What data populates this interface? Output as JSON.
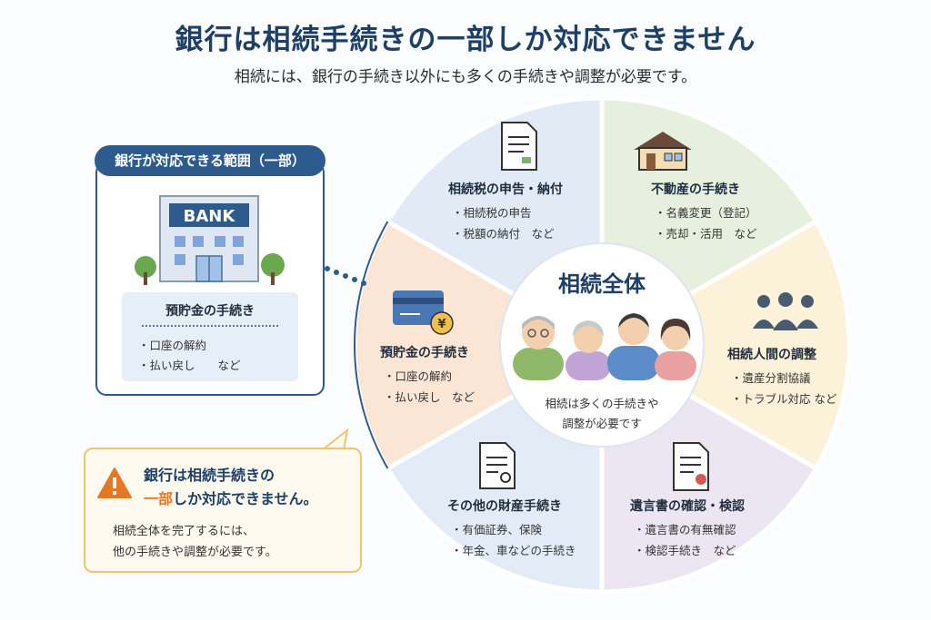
{
  "header": {
    "title": "銀行は相続手続きの一部しか対応できません",
    "subtitle": "相続には、銀行の手続き以外にも多くの手続きや調整が必要です。"
  },
  "bank_panel": {
    "tab_label": "銀行が対応できる範囲（一部）",
    "bank_sign": "BANK",
    "box_title": "預貯金の手続き",
    "items": [
      "・口座の解約",
      "・払い戻し　　など"
    ]
  },
  "warning": {
    "line1": "銀行は相続手続きの",
    "line2_accent": "一部",
    "line2_rest": "しか対応できません。",
    "body1": "相続全体を完了するには、",
    "body2": "他の手続きや調整が必要です。"
  },
  "circle": {
    "center_title": "相続全体",
    "center_caption1": "相続は多くの手続きや",
    "center_caption2": "調整が必要です",
    "segments": [
      {
        "id": "tax",
        "title": "相続税の申告・納付",
        "items": [
          "・相続税の申告",
          "・税額の納付　など"
        ],
        "icon": "document-icon",
        "color": "#e7f0df"
      },
      {
        "id": "realestate",
        "title": "不動産の手続き",
        "items": [
          "・名義変更（登記）",
          "・売却・活用　など"
        ],
        "icon": "house-icon",
        "color": "#fcf1d9"
      },
      {
        "id": "heirs",
        "title": "相続人間の調整",
        "items": [
          "・遺産分割協議",
          "・トラブル対応 など"
        ],
        "icon": "people-icon",
        "color": "#ebe6f2"
      },
      {
        "id": "will",
        "title": "遺言書の確認・検認",
        "items": [
          "・遺言書の有無確認",
          "・検認手続き　など"
        ],
        "icon": "will-document-icon",
        "color": "#e3ecf6"
      },
      {
        "id": "assets",
        "title": "その他の財産手続き",
        "items": [
          "・有価証券、保険",
          "・年金、車などの手続き"
        ],
        "icon": "asset-document-icon",
        "color": "#fbe6d6"
      },
      {
        "id": "deposit",
        "title": "預貯金の手続き",
        "items": [
          "・口座の解約",
          "・払い戻し　など"
        ],
        "icon": "bankbook-icon",
        "color": "#e1eaf5"
      }
    ]
  },
  "colors": {
    "accent": "#e87722",
    "navy": "#1e3f66",
    "panel_border": "#2d5b8e"
  }
}
